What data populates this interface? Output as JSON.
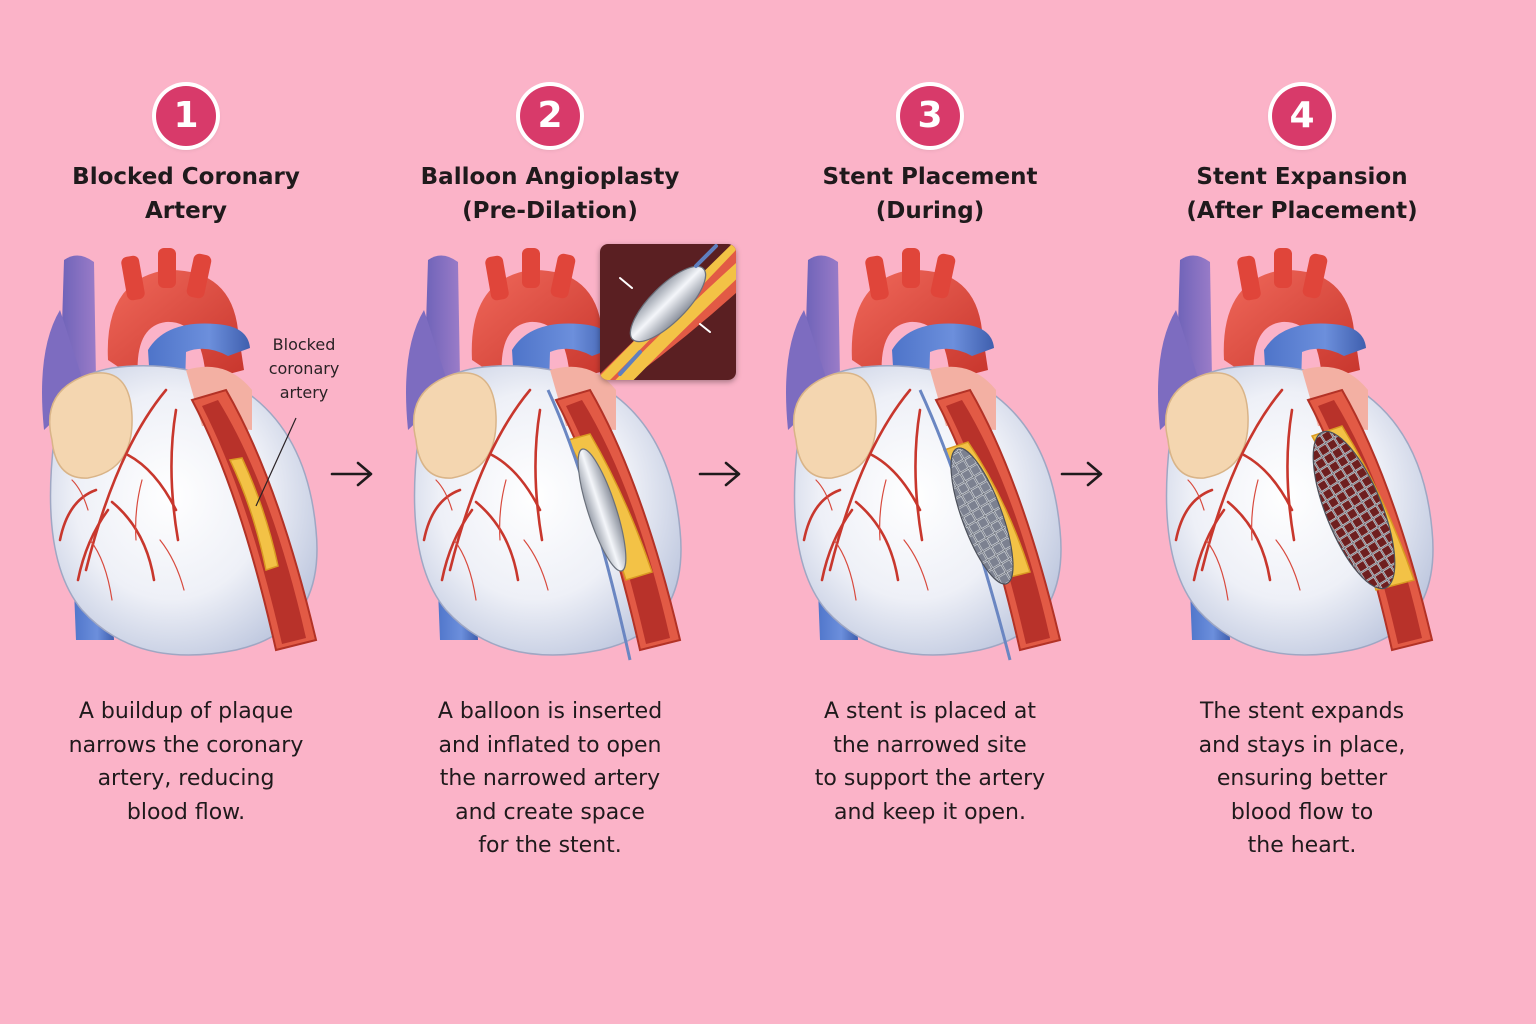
{
  "steps": [
    {
      "number": "1",
      "title": "Blocked Coronary\nArtery",
      "description": "A buildup of plaque\nnarrows the coronary\nartery, reducing\nblood flow.",
      "callout": "Blocked\ncoronary\nartery"
    },
    {
      "number": "2",
      "title": "Balloon Angioplasty\n(Pre-Dilation)",
      "description": "A balloon is inserted\nand inflated to open\nthe narrowed artery\nand create space\nfor the stent."
    },
    {
      "number": "3",
      "title": "Stent Placement\n(During)",
      "description": "A stent is placed at\nthe narrowed site\nto support the artery\nand keep it open."
    },
    {
      "number": "4",
      "title": "Stent Expansion\n(After Placement)",
      "description": "The stent expands\nand stays in place,\nensuring better\nblood flow to\nthe heart."
    }
  ],
  "colors": {
    "background": "#fbb3c8",
    "badge": "#d83a6a",
    "aorta": "#e0453a",
    "vein": "#5a7fd0",
    "plaque": "#f3c246",
    "stent": "#8a8f99"
  }
}
